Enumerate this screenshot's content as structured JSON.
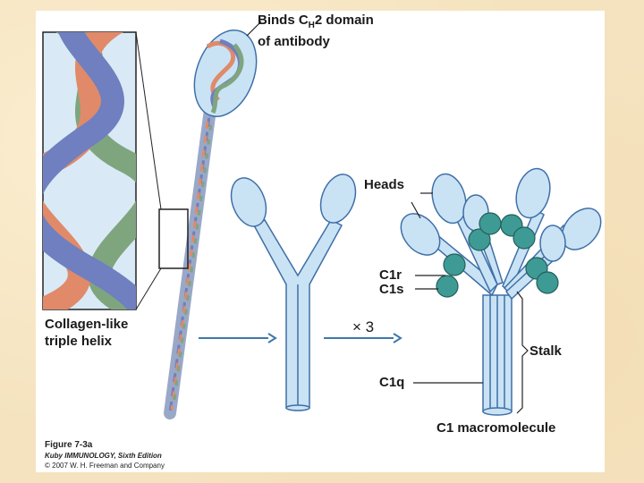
{
  "labels": {
    "binds_line1": "Binds C",
    "binds_sub": "H",
    "binds_line1_end": "2 domain",
    "binds_line2": "of antibody",
    "collagen_line1": "Collagen-like",
    "collagen_line2": "triple helix",
    "heads": "Heads",
    "c1r": "C1r",
    "c1s": "C1s",
    "times3": "× 3",
    "stalk": "Stalk",
    "c1q": "C1q",
    "macromolecule": "C1 macromolecule"
  },
  "caption": {
    "figure": "Figure 7-3a",
    "book": "Kuby IMMUNOLOGY, Sixth Edition",
    "copyright": "© 2007 W. H. Freeman and Company"
  },
  "colors": {
    "helix_blue": "#6f7fbf",
    "helix_green": "#7fa57f",
    "helix_orange": "#e08a6a",
    "light_blue": "#c9e3f5",
    "stroke_blue": "#3f6fa6",
    "teal": "#3e9a94",
    "arrow": "#3f78a8"
  }
}
